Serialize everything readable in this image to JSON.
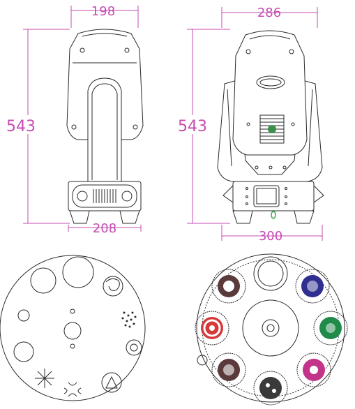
{
  "figure": {
    "side_view": {
      "top_width": "198",
      "height": "543",
      "base_width": "208"
    },
    "front_view": {
      "top_width": "286",
      "height": "543",
      "base_width": "300"
    },
    "gobo_wheels": [
      {
        "name": "static-gobo-wheel",
        "style": "line-drawing"
      },
      {
        "name": "rotating-gobo-wheel",
        "style": "colored",
        "gobo_colors": [
          "#d43a3a",
          "#2f2f8f",
          "#1f8a4a",
          "#c2348a",
          "#3a3a3a",
          "#5a3a3a"
        ]
      }
    ]
  }
}
